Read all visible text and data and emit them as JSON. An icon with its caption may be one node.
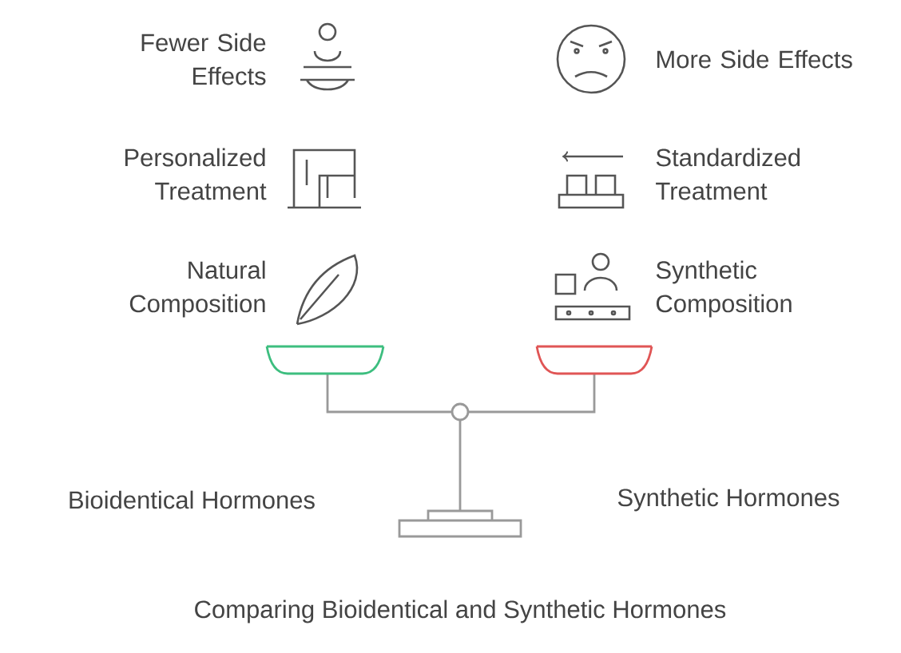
{
  "diagram": {
    "caption": "Comparing Bioidentical and Synthetic Hormones",
    "labels": [
      "Fewer Side Effects",
      "More Side Effects",
      "Personalized Treatment",
      "Standardized Treatment",
      "Natural Composition",
      "Synthetic Composition",
      "Bioidentical Hormones",
      "Synthetic Hormones"
    ]
  }
}
